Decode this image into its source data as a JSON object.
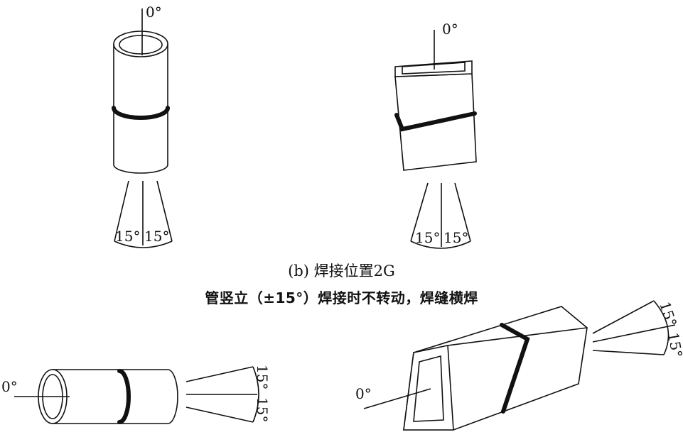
{
  "labels": {
    "zero_deg": "0°",
    "fifteen_deg": "15°"
  },
  "captions": {
    "position": "(b) 焊接位置2G",
    "description": "管竖立（±15°）焊接时不转动，焊缝横焊"
  },
  "colors": {
    "ink": "#111111",
    "paper": "#ffffff"
  }
}
